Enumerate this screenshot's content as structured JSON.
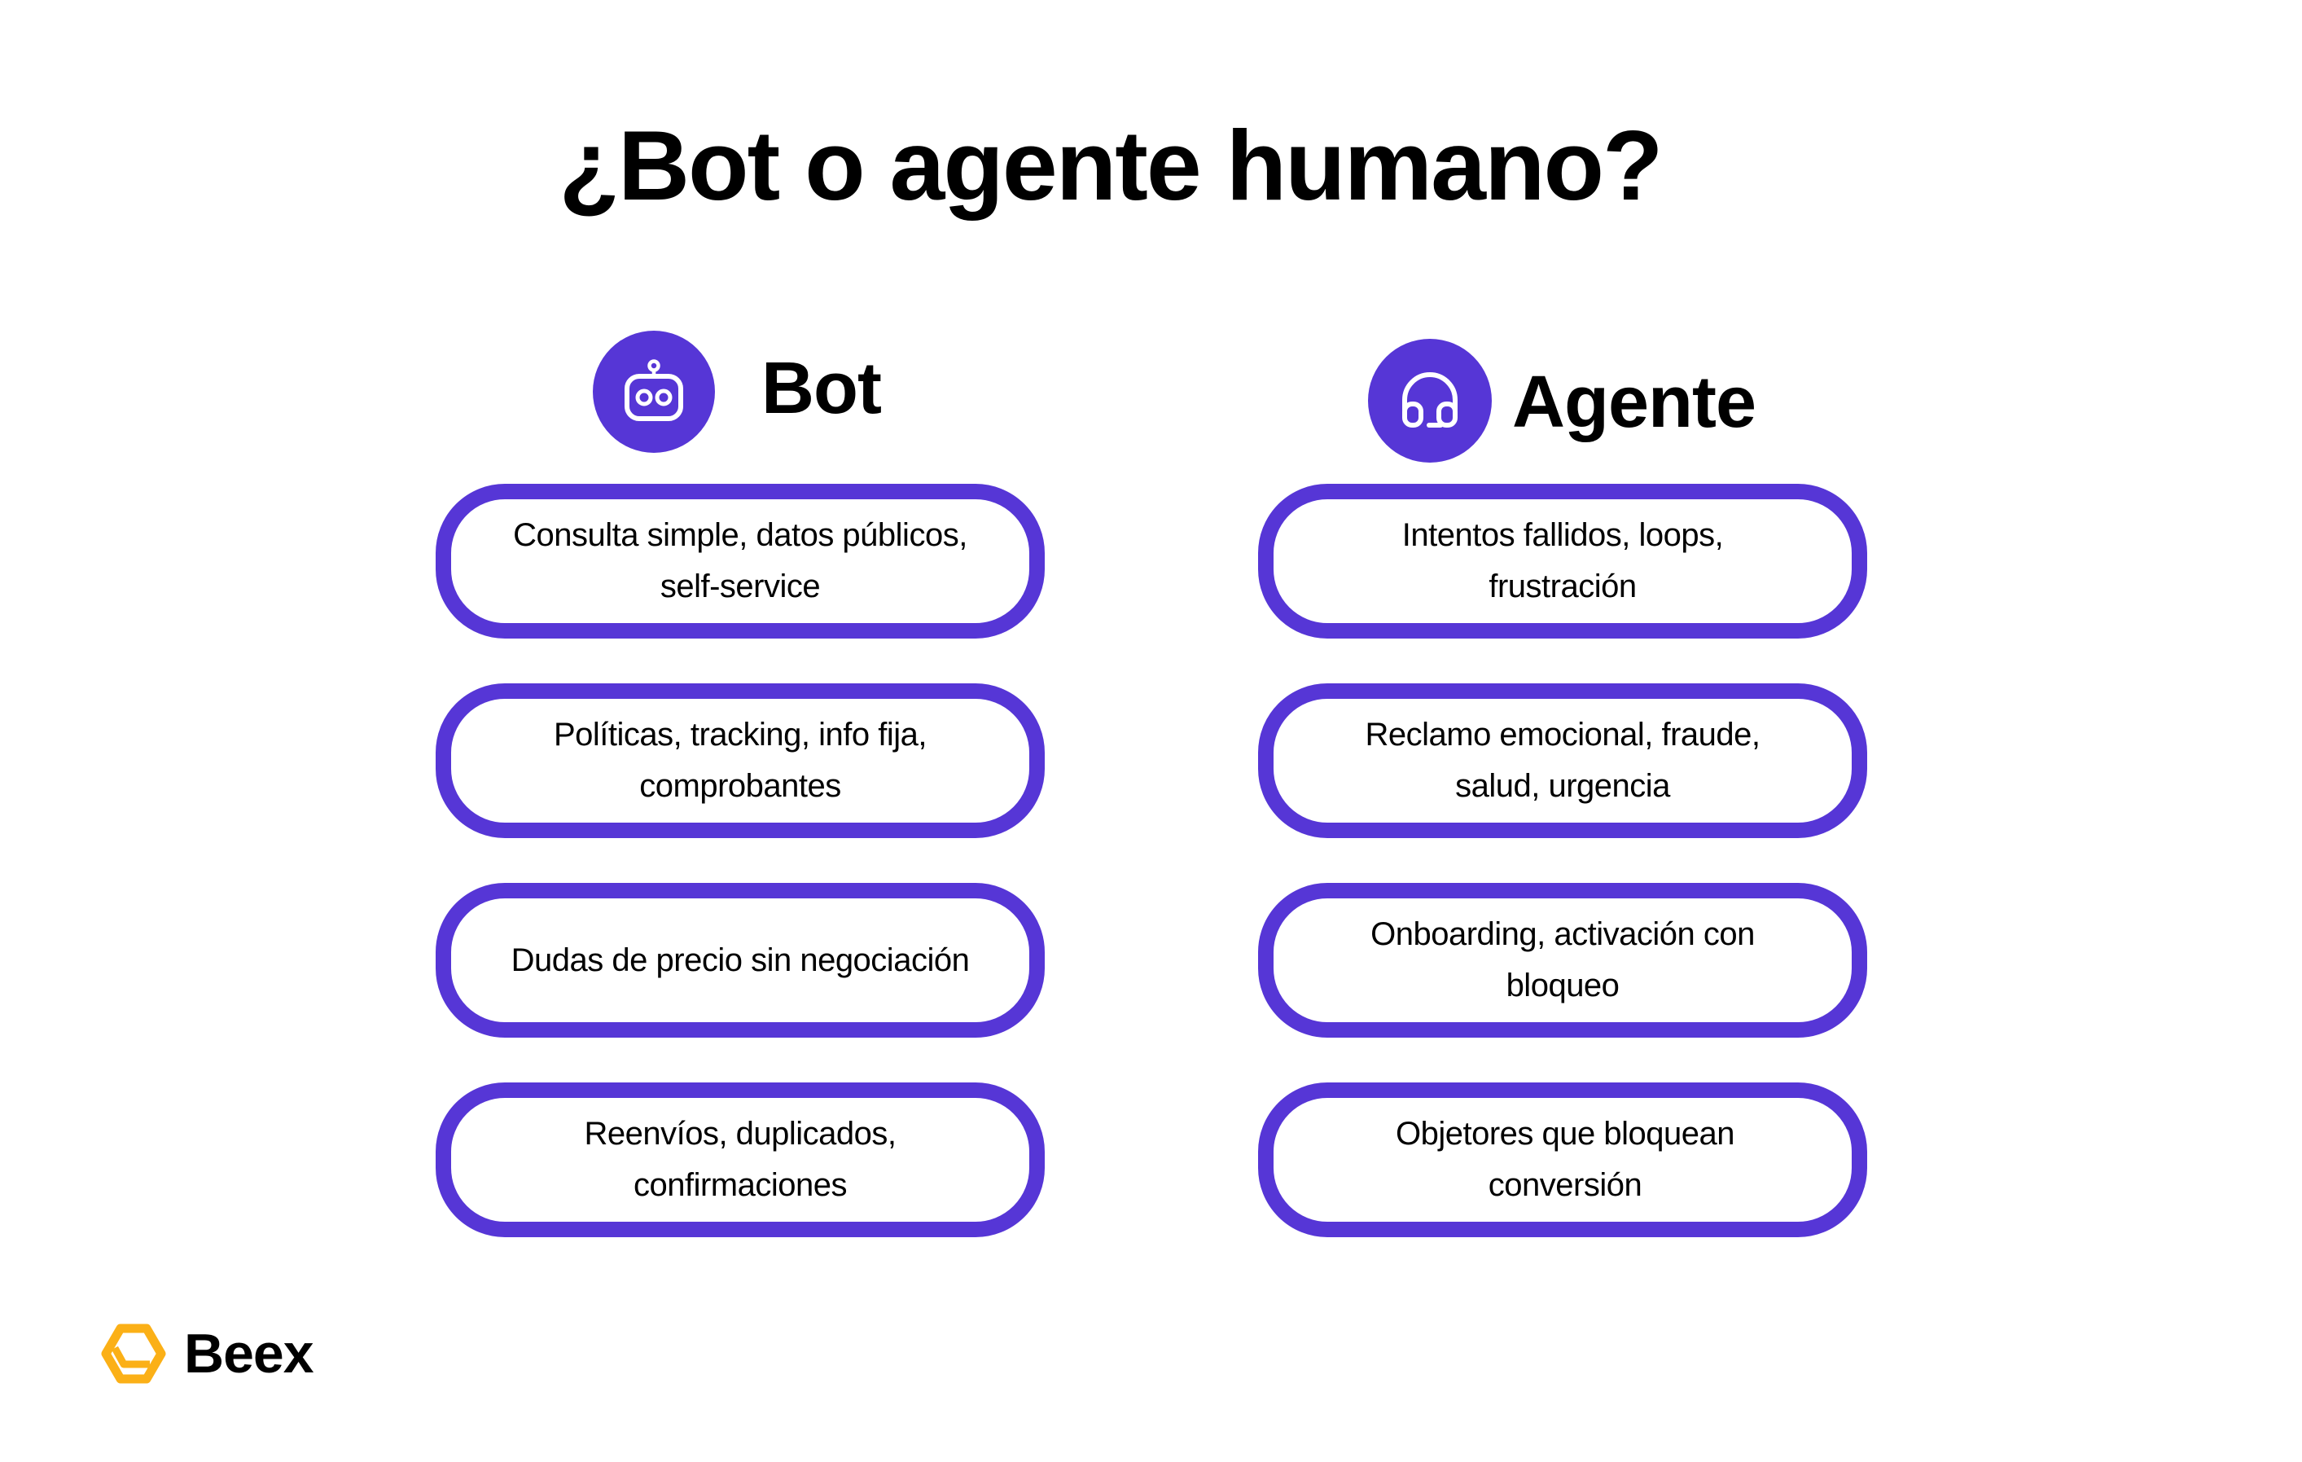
{
  "title": "¿Bot o agente humano?",
  "colors": {
    "accent": "#5636D6",
    "logo": "#FBB017",
    "text": "#000000",
    "background": "#FFFFFF"
  },
  "columns": [
    {
      "label": "Bot",
      "icon": "robot-icon",
      "items": [
        "Consulta simple, datos públicos, self-service",
        "Políticas, tracking, info fija, comprobantes",
        "Dudas de precio sin negociación",
        "Reenvíos, duplicados, confirmaciones"
      ]
    },
    {
      "label": "Agente",
      "icon": "headset-icon",
      "items": [
        "Intentos fallidos, loops, frustración",
        "Reclamo emocional, fraude, salud, urgencia",
        "Onboarding, activación con bloqueo",
        "Objetores que bloquean conversión"
      ]
    }
  ],
  "brand": {
    "name": "Beex",
    "icon": "hexagon-logo-icon"
  }
}
